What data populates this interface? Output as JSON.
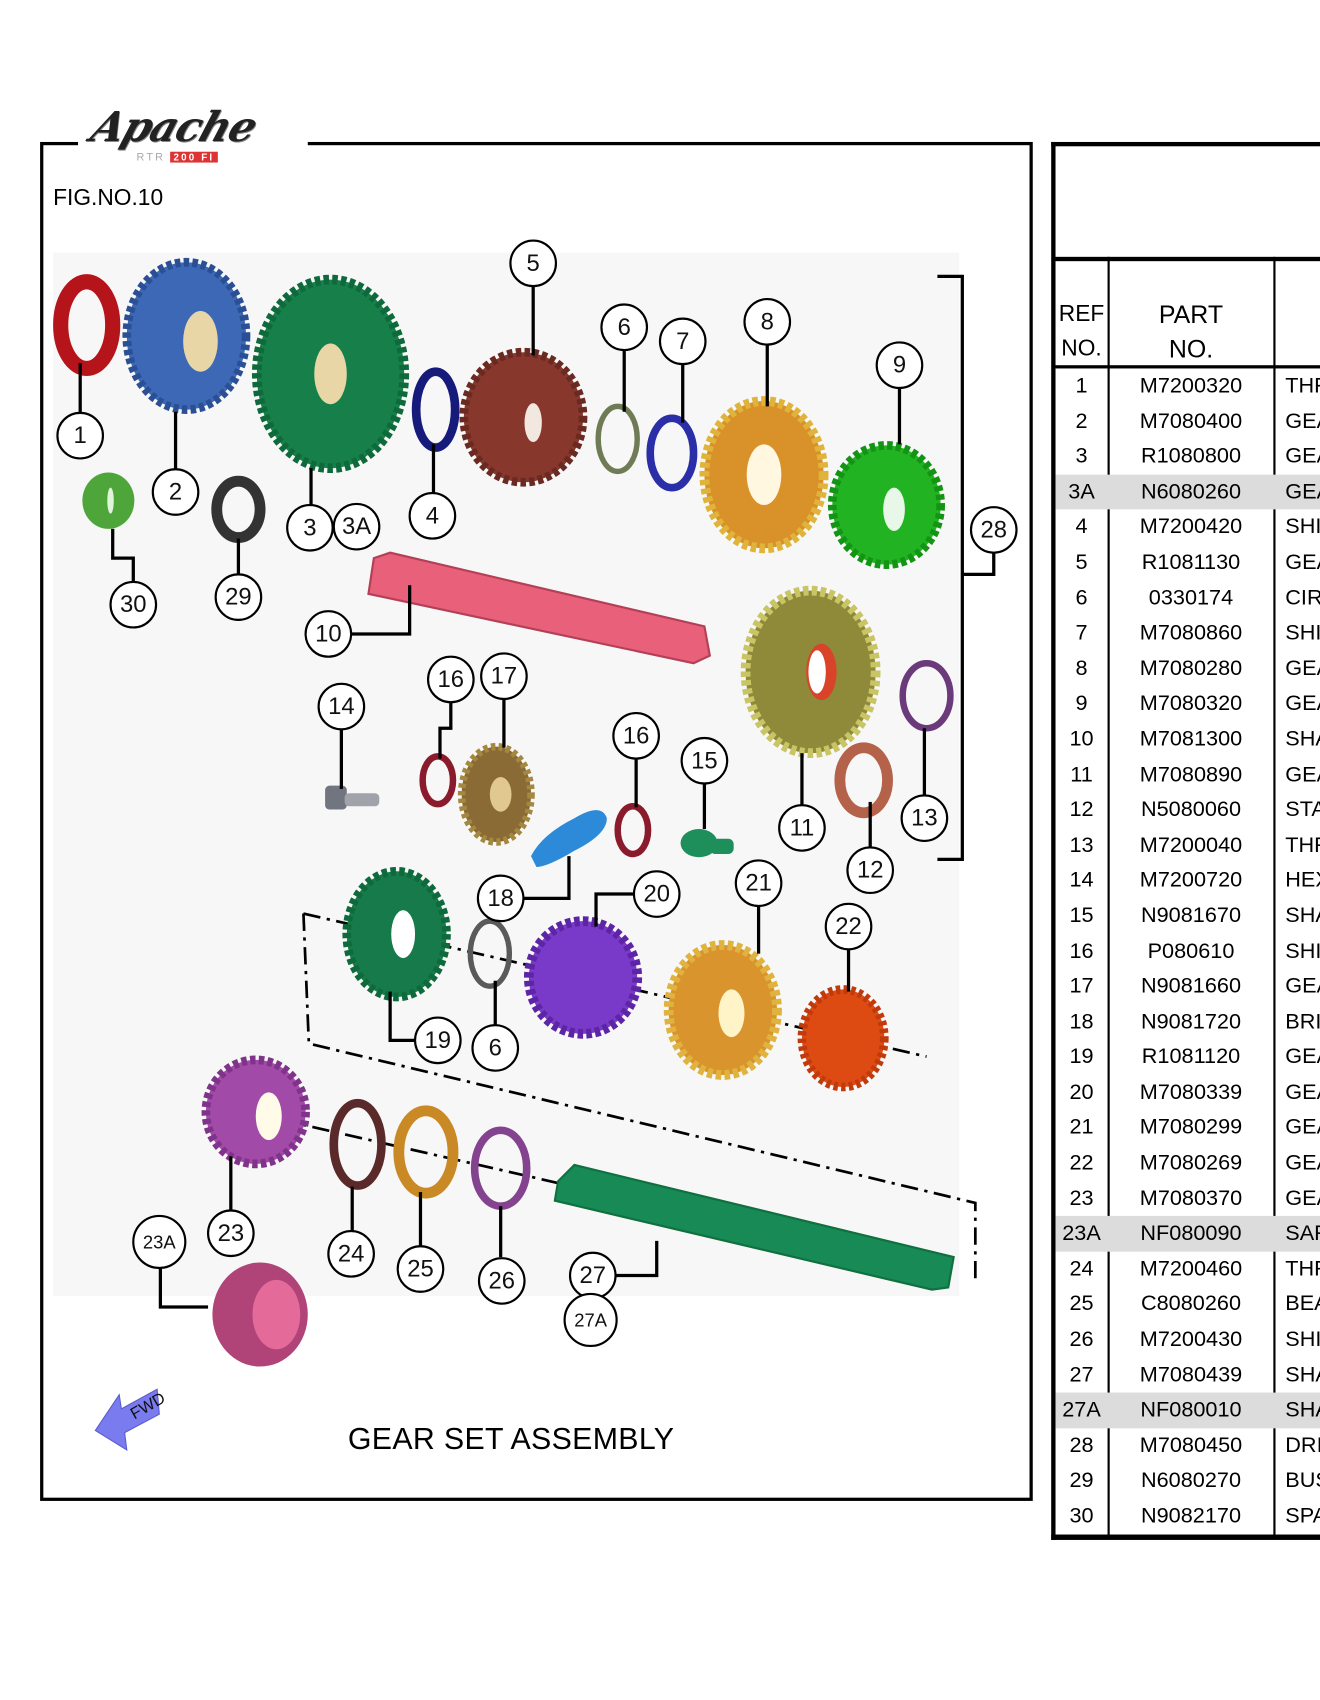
{
  "logo": {
    "brand": "Apache",
    "sub_left": "RTR",
    "sub_badge": "200 FI"
  },
  "figure": {
    "number_label": "FIG.NO.10",
    "caption": "GEAR SET ASSEMBLY",
    "fwd_label": "FWD",
    "callouts": [
      "1",
      "2",
      "3",
      "3A",
      "4",
      "5",
      "6",
      "7",
      "8",
      "9",
      "10",
      "11",
      "12",
      "13",
      "14",
      "15",
      "16",
      "16",
      "17",
      "18",
      "19",
      "20",
      "21",
      "22",
      "23",
      "23A",
      "24",
      "25",
      "26",
      "27",
      "27A",
      "28",
      "29",
      "30",
      "6"
    ]
  },
  "colors": {
    "highlight_row": "#dcdcdc",
    "fwd_arrow": "#7b7bf0"
  },
  "table": {
    "headers": {
      "ref_line1": "REF",
      "ref_line2": "NO.",
      "part_line1": "PART",
      "part_line2": "NO."
    },
    "rows": [
      {
        "ref": "1",
        "part": "M7200320",
        "desc": "THR",
        "shaded": false
      },
      {
        "ref": "2",
        "part": "M7080400",
        "desc": "GEA",
        "shaded": false
      },
      {
        "ref": "3",
        "part": "R1080800",
        "desc": "GEA",
        "shaded": false
      },
      {
        "ref": "3A",
        "part": "N6080260",
        "desc": "GEA",
        "shaded": true
      },
      {
        "ref": "4",
        "part": "M7200420",
        "desc": "SHI",
        "shaded": false
      },
      {
        "ref": "5",
        "part": "R1081130",
        "desc": "GEA",
        "shaded": false
      },
      {
        "ref": "6",
        "part": "0330174",
        "desc": "CIR",
        "shaded": false
      },
      {
        "ref": "7",
        "part": "M7080860",
        "desc": "SHI",
        "shaded": false
      },
      {
        "ref": "8",
        "part": "M7080280",
        "desc": "GEA",
        "shaded": false
      },
      {
        "ref": "9",
        "part": "M7080320",
        "desc": "GEA",
        "shaded": false
      },
      {
        "ref": "10",
        "part": "M7081300",
        "desc": "SHA",
        "shaded": false
      },
      {
        "ref": "11",
        "part": "M7080890",
        "desc": "GEA",
        "shaded": false
      },
      {
        "ref": "12",
        "part": "N5080060",
        "desc": "STA",
        "shaded": false
      },
      {
        "ref": "13",
        "part": "M7200040",
        "desc": "THR",
        "shaded": false
      },
      {
        "ref": "14",
        "part": "M7200720",
        "desc": "HEX",
        "shaded": false
      },
      {
        "ref": "15",
        "part": "N9081670",
        "desc": "SHA",
        "shaded": false
      },
      {
        "ref": "16",
        "part": "P080610",
        "desc": "SHI",
        "shaded": false
      },
      {
        "ref": "17",
        "part": "N9081660",
        "desc": "GEA",
        "shaded": false
      },
      {
        "ref": "18",
        "part": "N9081720",
        "desc": "BRI",
        "shaded": false
      },
      {
        "ref": "19",
        "part": "R1081120",
        "desc": "GEA",
        "shaded": false
      },
      {
        "ref": "20",
        "part": "M7080339",
        "desc": "GEA",
        "shaded": false
      },
      {
        "ref": "21",
        "part": "M7080299",
        "desc": "GEA",
        "shaded": false
      },
      {
        "ref": "22",
        "part": "M7080269",
        "desc": "GEA",
        "shaded": false
      },
      {
        "ref": "23",
        "part": "M7080370",
        "desc": "GEA",
        "shaded": false
      },
      {
        "ref": "23A",
        "part": "NF080090",
        "desc": "SAF",
        "shaded": true
      },
      {
        "ref": "24",
        "part": "M7200460",
        "desc": "THR",
        "shaded": false
      },
      {
        "ref": "25",
        "part": "C8080260",
        "desc": "BEA",
        "shaded": false
      },
      {
        "ref": "26",
        "part": "M7200430",
        "desc": "SHI",
        "shaded": false
      },
      {
        "ref": "27",
        "part": "M7080439",
        "desc": "SHA",
        "shaded": false
      },
      {
        "ref": "27A",
        "part": "NF080010",
        "desc": "SHA",
        "shaded": true
      },
      {
        "ref": "28",
        "part": "M7080450",
        "desc": "DRI",
        "shaded": false
      },
      {
        "ref": "29",
        "part": "N6080270",
        "desc": "BUS",
        "shaded": false
      },
      {
        "ref": "30",
        "part": "N9082170",
        "desc": "SPA",
        "shaded": false
      }
    ]
  }
}
